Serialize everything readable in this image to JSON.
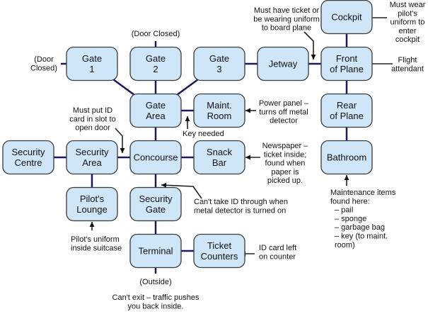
{
  "colors": {
    "room_fill": "#cfe6f9",
    "room_border": "#3a3a3a",
    "link": "#1c1a5a"
  },
  "rooms": [
    {
      "id": "gate-1",
      "lines": [
        "Gate",
        "1"
      ]
    },
    {
      "id": "gate-2",
      "lines": [
        "Gate",
        "2"
      ]
    },
    {
      "id": "gate-3",
      "lines": [
        "Gate",
        "3"
      ]
    },
    {
      "id": "jetway",
      "lines": [
        "Jetway"
      ]
    },
    {
      "id": "front-of-plane",
      "lines": [
        "Front",
        "of Plane"
      ]
    },
    {
      "id": "cockpit",
      "lines": [
        "Cockpit"
      ]
    },
    {
      "id": "gate-area",
      "lines": [
        "Gate",
        "Area"
      ]
    },
    {
      "id": "maint-room",
      "lines": [
        "Maint.",
        "Room"
      ]
    },
    {
      "id": "rear-of-plane",
      "lines": [
        "Rear",
        "of Plane"
      ]
    },
    {
      "id": "security-centre",
      "lines": [
        "Security",
        "Centre"
      ]
    },
    {
      "id": "security-area",
      "lines": [
        "Security",
        "Area"
      ]
    },
    {
      "id": "concourse",
      "lines": [
        "Concourse"
      ]
    },
    {
      "id": "snack-bar",
      "lines": [
        "Snack",
        "Bar"
      ]
    },
    {
      "id": "bathroom",
      "lines": [
        "Bathroom"
      ]
    },
    {
      "id": "pilots-lounge",
      "lines": [
        "Pilot's",
        "Lounge"
      ]
    },
    {
      "id": "security-gate",
      "lines": [
        "Security",
        "Gate"
      ]
    },
    {
      "id": "terminal",
      "lines": [
        "Terminal"
      ]
    },
    {
      "id": "ticket-counters",
      "lines": [
        "Ticket",
        "Counters"
      ]
    }
  ],
  "notes": {
    "door_closed_top": [
      "(Door Closed)"
    ],
    "door_closed_left": [
      "(Door",
      "Closed)"
    ],
    "id_slot": [
      "Must put ID",
      "card in slot to",
      "open door"
    ],
    "key_needed": [
      "Key needed"
    ],
    "power_panel": [
      "Power panel –",
      "turns off metal",
      "detector"
    ],
    "newspaper": [
      "Newspaper –",
      "ticket inside;",
      "found when",
      "paper is",
      "picked up."
    ],
    "metal_detector": [
      "Can't take ID through when",
      "metal detector is turned on"
    ],
    "pilot_uniform": [
      "Pilot's uniform",
      "inside suitcase"
    ],
    "id_card": [
      "ID card left",
      "on counter"
    ],
    "outside": [
      "(Outside)"
    ],
    "cant_exit": [
      "Can't exit – traffic pushes",
      "you back inside."
    ],
    "maintenance": [
      "Maintenance items",
      "found here:",
      "  – pail",
      "  – sponge",
      "  – garbage bag",
      "  – key (to maint.",
      "     room)"
    ],
    "board_plane": [
      "Must have ticket or",
      "be wearing uniform",
      "to board plane"
    ],
    "cockpit_rule": [
      "Must wear",
      "pilot's",
      "uniform to",
      "enter",
      "cockpit"
    ],
    "flight_attendant": [
      "Flight",
      "attendant"
    ]
  }
}
